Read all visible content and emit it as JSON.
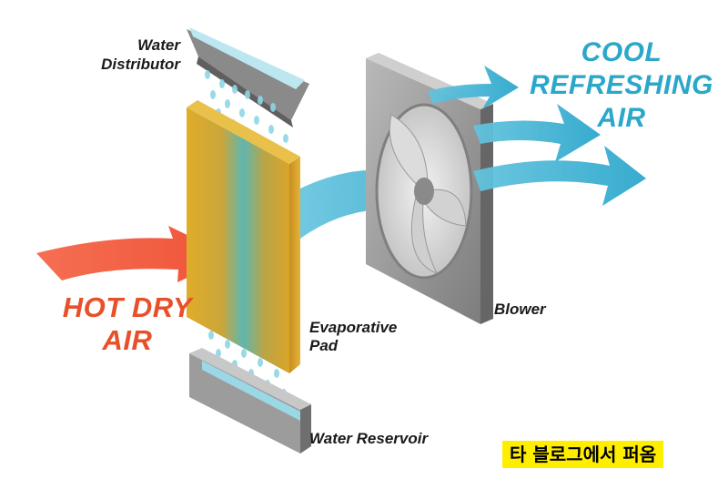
{
  "labels": {
    "water_distributor": [
      "Water",
      "Distributor"
    ],
    "evaporative_pad": [
      "Evaporative",
      "Pad"
    ],
    "water_reservoir": "Water Reservoir",
    "blower": "Blower",
    "hot_dry_air": [
      "HOT DRY",
      "AIR"
    ],
    "cool_refreshing_air": [
      "COOL",
      "REFRESHING",
      "AIR"
    ]
  },
  "watermark": "타 블로그에서 퍼옴",
  "colors": {
    "hot_air": "#f0553a",
    "cool_air": "#3fb3d2",
    "pad_gold": "#d4a52c",
    "pad_teal": "#5bb6b2",
    "metal": "#9a9a9a",
    "water": "#8fd6e6",
    "watermark_bg": "#ffee00"
  }
}
